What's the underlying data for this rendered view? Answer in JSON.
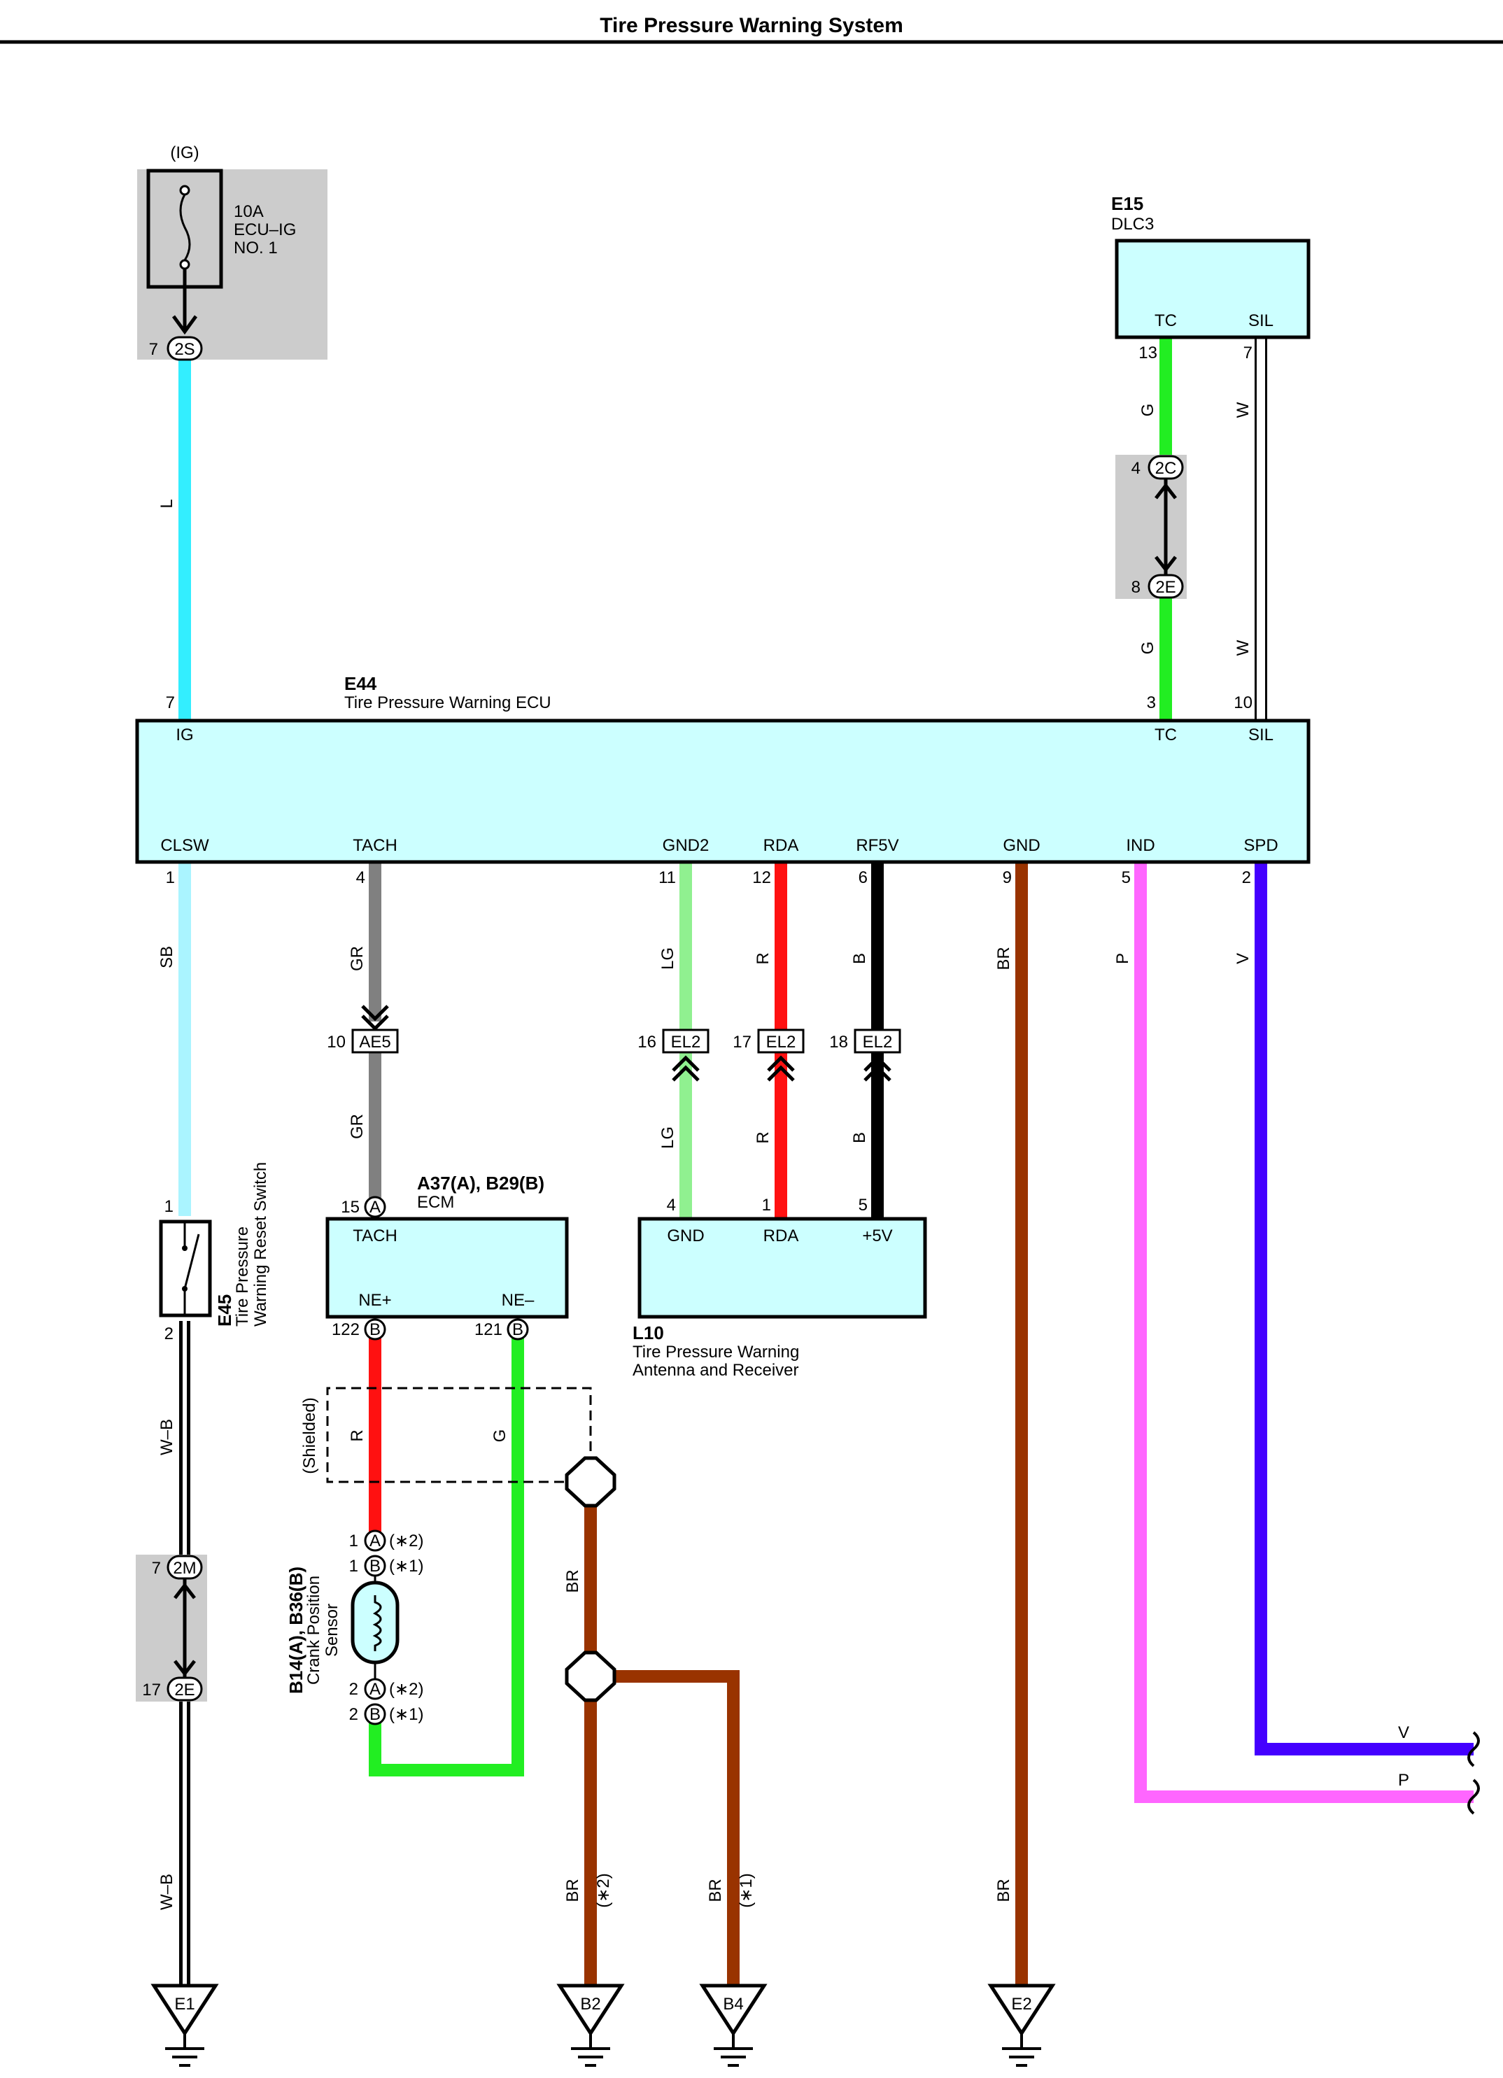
{
  "title": "Tire Pressure Warning System",
  "colors": {
    "L": "#33eeff",
    "SB": "#aaf4ff",
    "GR": "#808080",
    "LG": "#90f090",
    "R": "#ff1111",
    "B": "#000000",
    "BR": "#993300",
    "P": "#ff66ff",
    "V": "#4400ff",
    "G": "#22ee22",
    "W": "#ffffff",
    "component_fill": "#ccffff",
    "shade": "#cccccc"
  },
  "fuse": {
    "supply": "(IG)",
    "rating": "10A",
    "name1": "ECU–IG",
    "name2": "NO. 1",
    "pin": "7",
    "connector": "2S"
  },
  "dlc3": {
    "code": "E15",
    "name": "DLC3",
    "terms": [
      "TC",
      "SIL"
    ],
    "pins": [
      "13",
      "7"
    ]
  },
  "dlc_junction": {
    "top_pin": "4",
    "top_conn": "2C",
    "bottom_pin": "8",
    "bottom_conn": "2E"
  },
  "ecu": {
    "code": "E44",
    "name": "Tire Pressure Warning ECU",
    "top_terms": [
      {
        "label": "IG",
        "pin": "7"
      },
      {
        "label": "TC",
        "pin": "3"
      },
      {
        "label": "SIL",
        "pin": "10"
      }
    ],
    "bottom_terms": [
      {
        "label": "CLSW",
        "pin": "1"
      },
      {
        "label": "TACH",
        "pin": "4"
      },
      {
        "label": "GND2",
        "pin": "11"
      },
      {
        "label": "RDA",
        "pin": "12"
      },
      {
        "label": "RF5V",
        "pin": "6"
      },
      {
        "label": "GND",
        "pin": "9"
      },
      {
        "label": "IND",
        "pin": "5"
      },
      {
        "label": "SPD",
        "pin": "2"
      }
    ]
  },
  "wire_codes": {
    "ig": "L",
    "tc_upper": "G",
    "sil_upper": "W",
    "tc_lower": "G",
    "sil_lower": "W",
    "clsw": "SB",
    "tach1": "GR",
    "tach2": "GR",
    "gnd2_1": "LG",
    "rda_1": "R",
    "rf5v_1": "B",
    "gnd2_2": "LG",
    "rda_2": "R",
    "rf5v_2": "B",
    "gnd": "BR",
    "ind": "P",
    "spd": "V",
    "sw_gnd1": "W–B",
    "sw_gnd2": "W–B",
    "ne_plus": "R",
    "ne_minus": "G",
    "shield_br": "BR",
    "br_b2": "BR",
    "br_b4": "BR",
    "gnd_e2": "BR",
    "v_out": "V",
    "p_out": "P"
  },
  "inline_connectors": [
    {
      "pin": "10",
      "conn": "AE5"
    },
    {
      "pin": "16",
      "conn": "EL2"
    },
    {
      "pin": "17",
      "conn": "EL2"
    },
    {
      "pin": "18",
      "conn": "EL2"
    }
  ],
  "ecm": {
    "code": "A37(A), B29(B)",
    "name": "ECM",
    "tach_pin": "15",
    "tach_term": "A",
    "tach_label": "TACH",
    "ne_plus": "NE+",
    "ne_minus": "NE–",
    "ne_plus_pin": "122",
    "ne_minus_pin": "121",
    "ne_term": "B"
  },
  "receiver": {
    "code": "L10",
    "name1": "Tire Pressure Warning",
    "name2": "Antenna and Receiver",
    "terms": [
      {
        "label": "GND",
        "pin": "4"
      },
      {
        "label": "RDA",
        "pin": "1"
      },
      {
        "label": "+5V",
        "pin": "5"
      }
    ]
  },
  "switch": {
    "code": "E45",
    "name1": "Tire Pressure",
    "name2": "Warning Reset Switch",
    "pin_top": "1",
    "pin_bottom": "2"
  },
  "sw_junction": {
    "top_pin": "7",
    "top_conn": "2M",
    "bottom_pin": "17",
    "bottom_conn": "2E"
  },
  "shielded": "(Shielded)",
  "sensor": {
    "code": "B14(A), B36(B)",
    "name1": "Crank Position",
    "name2": "Sensor",
    "pins": [
      {
        "pin": "1",
        "term": "A",
        "note": "(∗2)"
      },
      {
        "pin": "1",
        "term": "B",
        "note": "(∗1)"
      },
      {
        "pin": "2",
        "term": "A",
        "note": "(∗2)"
      },
      {
        "pin": "2",
        "term": "B",
        "note": "(∗1)"
      }
    ]
  },
  "br_notes": {
    "b2": "(∗2)",
    "b4": "(∗1)"
  },
  "grounds": [
    "E1",
    "B2",
    "B4",
    "E2"
  ]
}
